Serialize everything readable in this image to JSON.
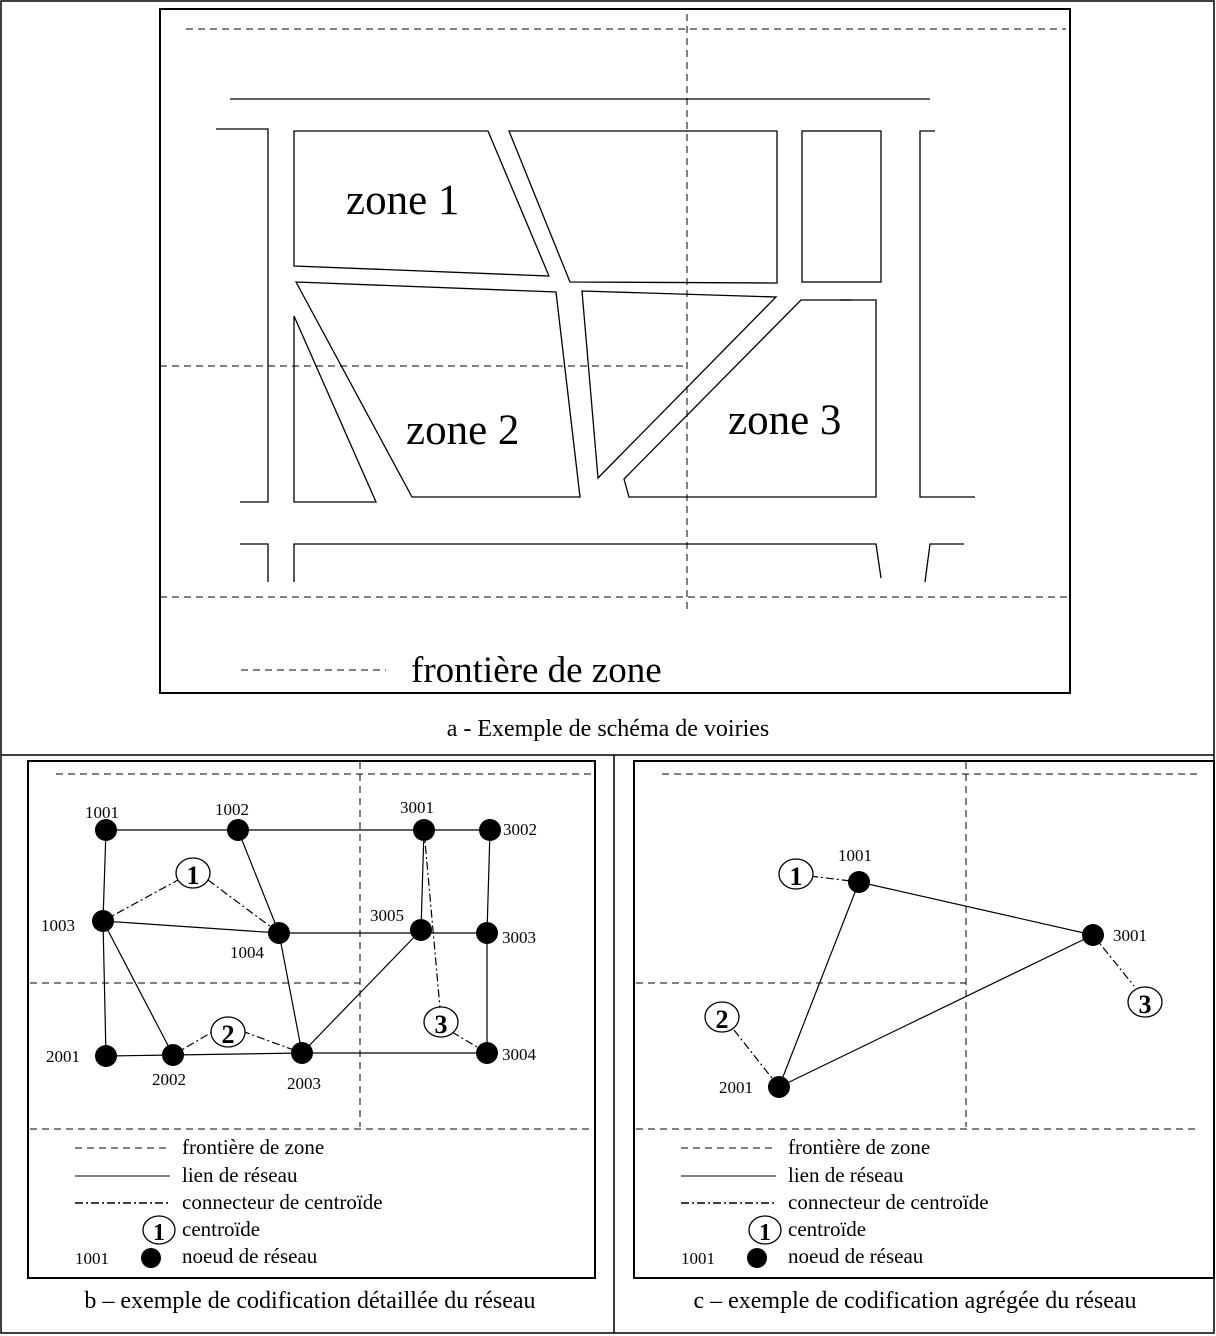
{
  "panel_a": {
    "zones": [
      "zone 1",
      "zone 2",
      "zone 3"
    ],
    "legend_label": "frontière de zone",
    "caption": "a - Exemple de schéma de voiries"
  },
  "panel_b": {
    "nodes": [
      {
        "id": "1001"
      },
      {
        "id": "1002"
      },
      {
        "id": "1003"
      },
      {
        "id": "1004"
      },
      {
        "id": "2001"
      },
      {
        "id": "2002"
      },
      {
        "id": "2003"
      },
      {
        "id": "3001"
      },
      {
        "id": "3002"
      },
      {
        "id": "3003"
      },
      {
        "id": "3004"
      },
      {
        "id": "3005"
      }
    ],
    "centroids": [
      "1",
      "2",
      "3"
    ],
    "caption": "b – exemple de codification détaillée du réseau"
  },
  "panel_c": {
    "nodes": [
      {
        "id": "1001"
      },
      {
        "id": "2001"
      },
      {
        "id": "3001"
      }
    ],
    "centroids": [
      "1",
      "2",
      "3"
    ],
    "caption": "c – exemple de codification agrégée du réseau"
  },
  "legend": {
    "zone_border": "frontière de zone",
    "network_link": "lien de réseau",
    "centroid_connector": "connecteur de centroïde",
    "centroid": "centroïde",
    "centroid_sample": "1",
    "network_node": "noeud de réseau",
    "node_sample": "1001"
  }
}
